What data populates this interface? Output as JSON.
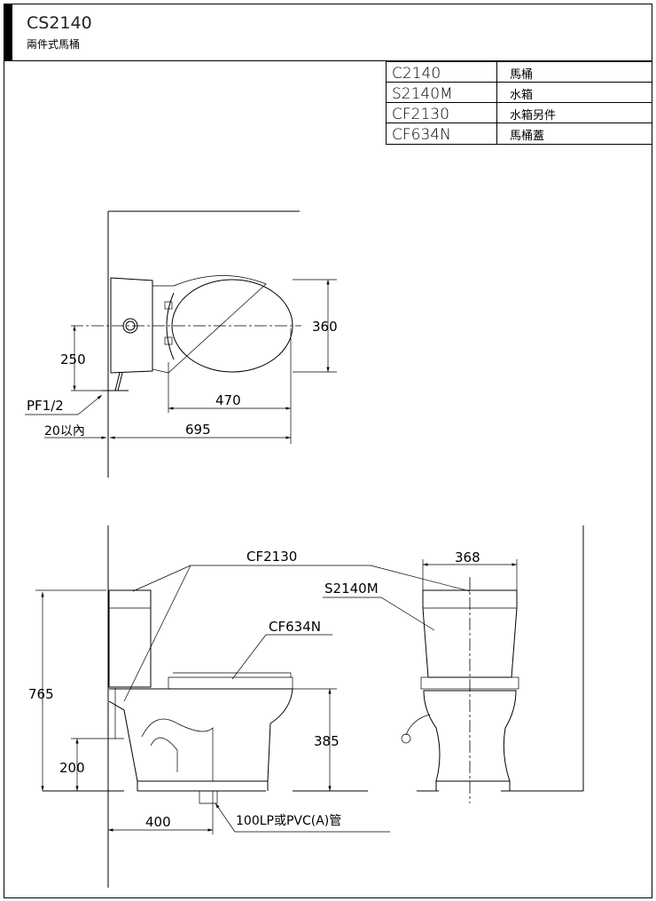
{
  "header": {
    "model": "CS2140",
    "subtitle": "兩件式馬桶"
  },
  "parts_table": [
    {
      "code": "C2140",
      "name": "馬桶"
    },
    {
      "code": "S2140M",
      "name": "水箱"
    },
    {
      "code": "CF2130",
      "name": "水箱另件"
    },
    {
      "code": "CF634N",
      "name": "馬桶蓋"
    }
  ],
  "top_view": {
    "dim_width": "360",
    "dim_supply_height": "250",
    "dim_seat_length": "470",
    "dim_total_length": "695",
    "dim_wall_gap": "20以內",
    "supply_label": "PF1/2"
  },
  "side_view": {
    "label_tank_parts": "CF2130",
    "label_tank": "S2140M",
    "label_seat": "CF634N",
    "dim_total_height": "765",
    "dim_supply_height": "200",
    "dim_seat_height": "385",
    "dim_rough_in": "400",
    "drain_label": "100LP或PVC(A)管",
    "dim_front_width": "368"
  }
}
